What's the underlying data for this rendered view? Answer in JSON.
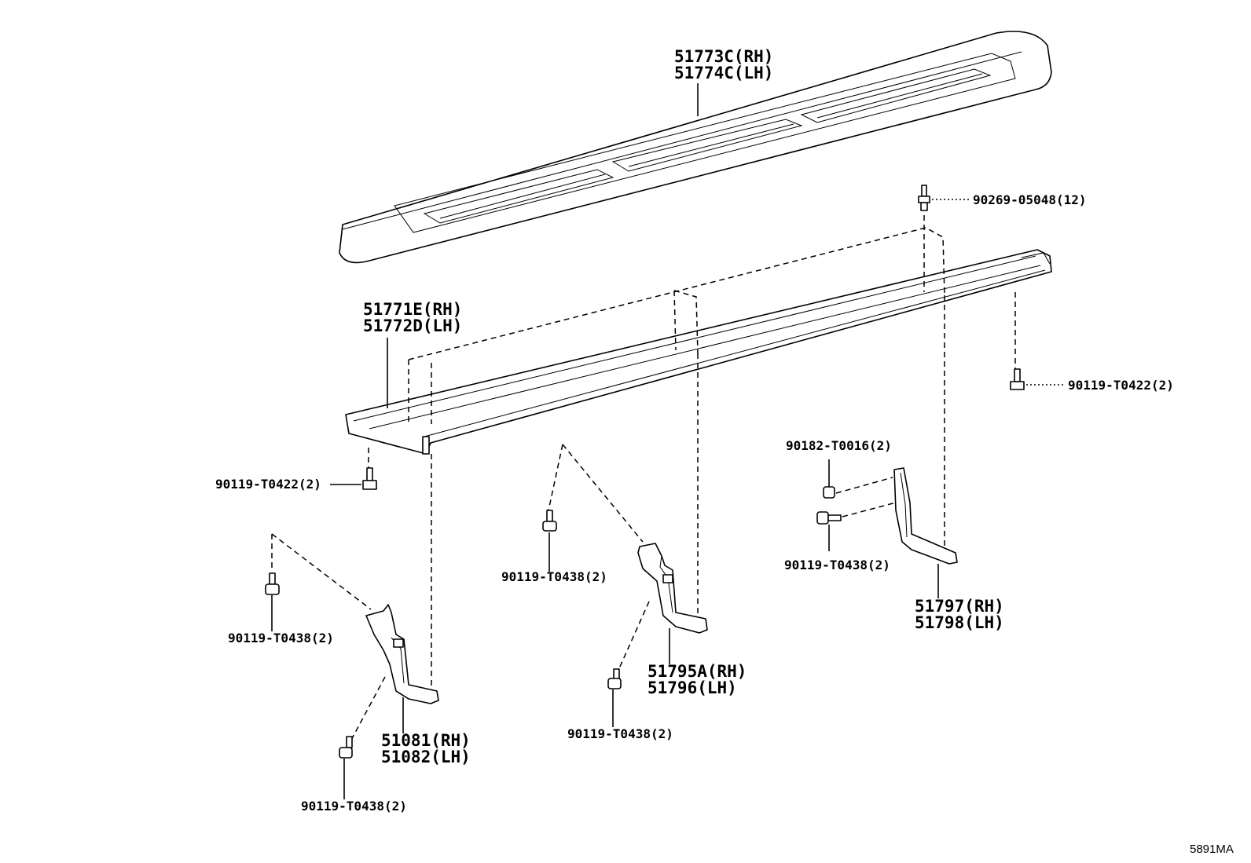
{
  "diagram_code": "5891MA",
  "parts": {
    "step_pad": {
      "line1": "51773C(RH)",
      "line2": "51774C(LH)"
    },
    "clip": {
      "label": "90269-05048(12)"
    },
    "step_assy": {
      "line1": "51771E(RH)",
      "line2": "51772D(LH)"
    },
    "bolt_right_top": {
      "label": "90119-T0422(2)"
    },
    "bolt_left_top": {
      "label": "90119-T0422(2)"
    },
    "nut_rear": {
      "label": "90182-T0016(2)"
    },
    "bolt_rear": {
      "label": "90119-T0438(2)"
    },
    "bracket_rear": {
      "line1": "51797(RH)",
      "line2": "51798(LH)"
    },
    "bolt_center_upper": {
      "label": "90119-T0438(2)"
    },
    "bracket_center": {
      "line1": "51795A(RH)",
      "line2": "51796(LH)"
    },
    "bolt_center_lower": {
      "label": "90119-T0438(2)"
    },
    "bolt_front_upper": {
      "label": "90119-T0438(2)"
    },
    "bracket_front": {
      "line1": "51081(RH)",
      "line2": "51082(LH)"
    },
    "bolt_front_lower": {
      "label": "90119-T0438(2)"
    }
  }
}
